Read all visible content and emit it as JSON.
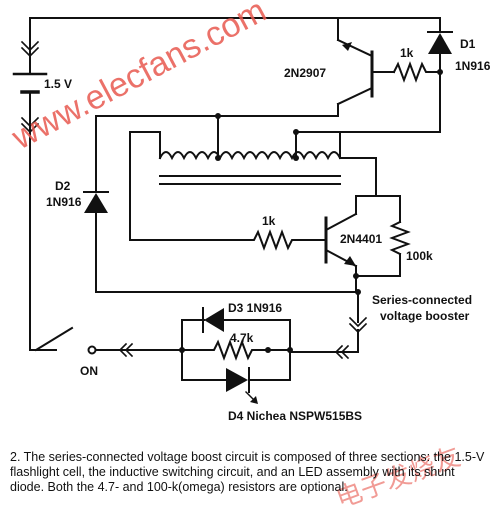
{
  "labels": {
    "battery": "1.5 V",
    "q1": "2N2907",
    "r1": "1k",
    "d1_name": "D1",
    "d1_part": "1N916",
    "d2_name": "D2",
    "d2_part": "1N916",
    "r2": "1k",
    "q2": "2N4401",
    "r3": "100k",
    "booster_line1": "Series-connected",
    "booster_line2": "voltage booster",
    "d3": "D3 1N916",
    "r4": "4.7k",
    "switch_on": "ON",
    "d4": "D4 Nichea NSPW515BS"
  },
  "watermark": {
    "site": "www.elecfans.com",
    "cn": "电子发烧友"
  },
  "caption": "2. The series-connected voltage boost circuit is composed of three sections: the 1.5-V flashlight cell, the inductive switching circuit, and an LED assembly with its shunt diode. Both the 4.7- and 100-k(omega) resistors are optional."
}
